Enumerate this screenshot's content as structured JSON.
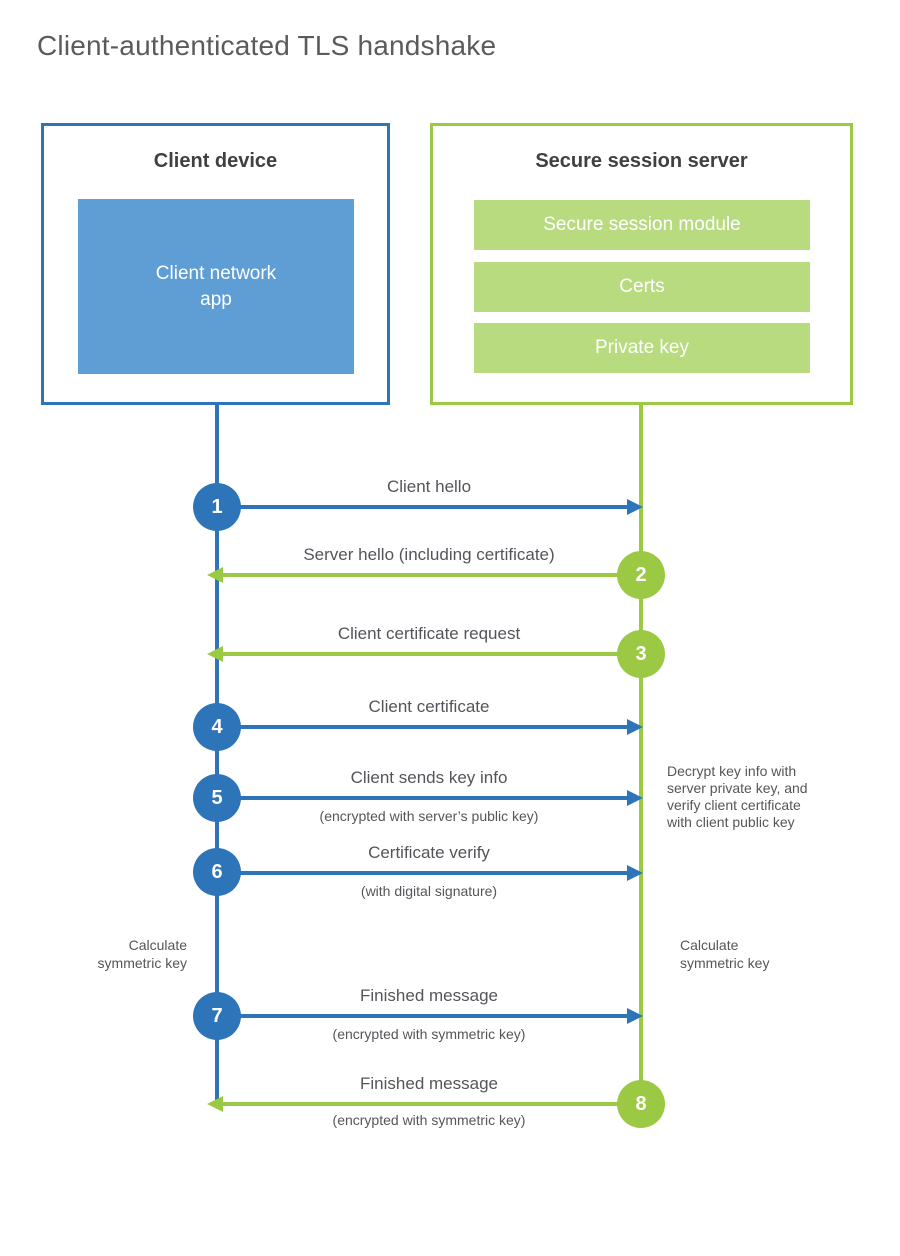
{
  "page": {
    "title": "Client-authenticated TLS handshake"
  },
  "colors": {
    "blue_line": "#2e74b8",
    "blue_fill": "#5f9ed5",
    "green_line": "#9cc944",
    "green_fill": "#b9db80"
  },
  "client": {
    "title": "Client device",
    "app_label": "Client network\napp"
  },
  "server": {
    "title": "Secure session server",
    "modules": [
      "Secure session module",
      "Certs",
      "Private key"
    ]
  },
  "steps": [
    {
      "num": "1",
      "actor": "client",
      "direction": "right",
      "label": "Client hello",
      "sublabel": ""
    },
    {
      "num": "2",
      "actor": "server",
      "direction": "left",
      "label": "Server hello (including certificate)",
      "sublabel": ""
    },
    {
      "num": "3",
      "actor": "server",
      "direction": "left",
      "label": "Client certificate request",
      "sublabel": ""
    },
    {
      "num": "4",
      "actor": "client",
      "direction": "right",
      "label": "Client certificate",
      "sublabel": ""
    },
    {
      "num": "5",
      "actor": "client",
      "direction": "right",
      "label": "Client sends key info",
      "sublabel": "(encrypted with server’s public key)"
    },
    {
      "num": "6",
      "actor": "client",
      "direction": "right",
      "label": "Certificate verify",
      "sublabel": "(with digital signature)"
    },
    {
      "num": "7",
      "actor": "client",
      "direction": "right",
      "label": "Finished message",
      "sublabel": "(encrypted with symmetric key)"
    },
    {
      "num": "8",
      "actor": "server",
      "direction": "left",
      "label": "Finished message",
      "sublabel": "(encrypted with symmetric key)"
    }
  ],
  "annotations": {
    "decrypt_note": "Decrypt key info with\nserver private key, and\nverify client certificate\nwith client public key",
    "calc_left": "Calculate\nsymmetric key",
    "calc_right": "Calculate\nsymmetric key"
  }
}
